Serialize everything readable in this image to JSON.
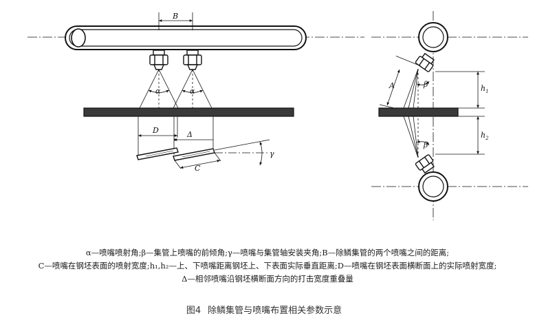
{
  "figure": {
    "labels": {
      "B": "B",
      "alpha": "α",
      "D": "D",
      "Delta": "Δ",
      "C": "C",
      "gamma": "γ",
      "A": "A",
      "beta": "β",
      "h1": "h",
      "h1_sub": "1",
      "h2": "h",
      "h2_sub": "2"
    }
  },
  "legend": {
    "line1": "α—喷嘴喷射角;β—集管上喷嘴的前倾角;γ—喷嘴与集管轴安装夹角;B—除鳞集管的两个喷嘴之间的距离;",
    "line2": "C—喷嘴在钢坯表面的喷射宽度;h₁,h₂—上、下喷嘴距离钢坯上、下表面实际垂直距离;D—喷嘴在钢坯表面横断面上的实际喷射宽度;",
    "line3": "Δ—相邻喷嘴沿钢坯横断面方向的打击宽度重叠量"
  },
  "caption": {
    "number": "图4",
    "text": "除鳞集管与喷嘴布置相关参数示意"
  }
}
